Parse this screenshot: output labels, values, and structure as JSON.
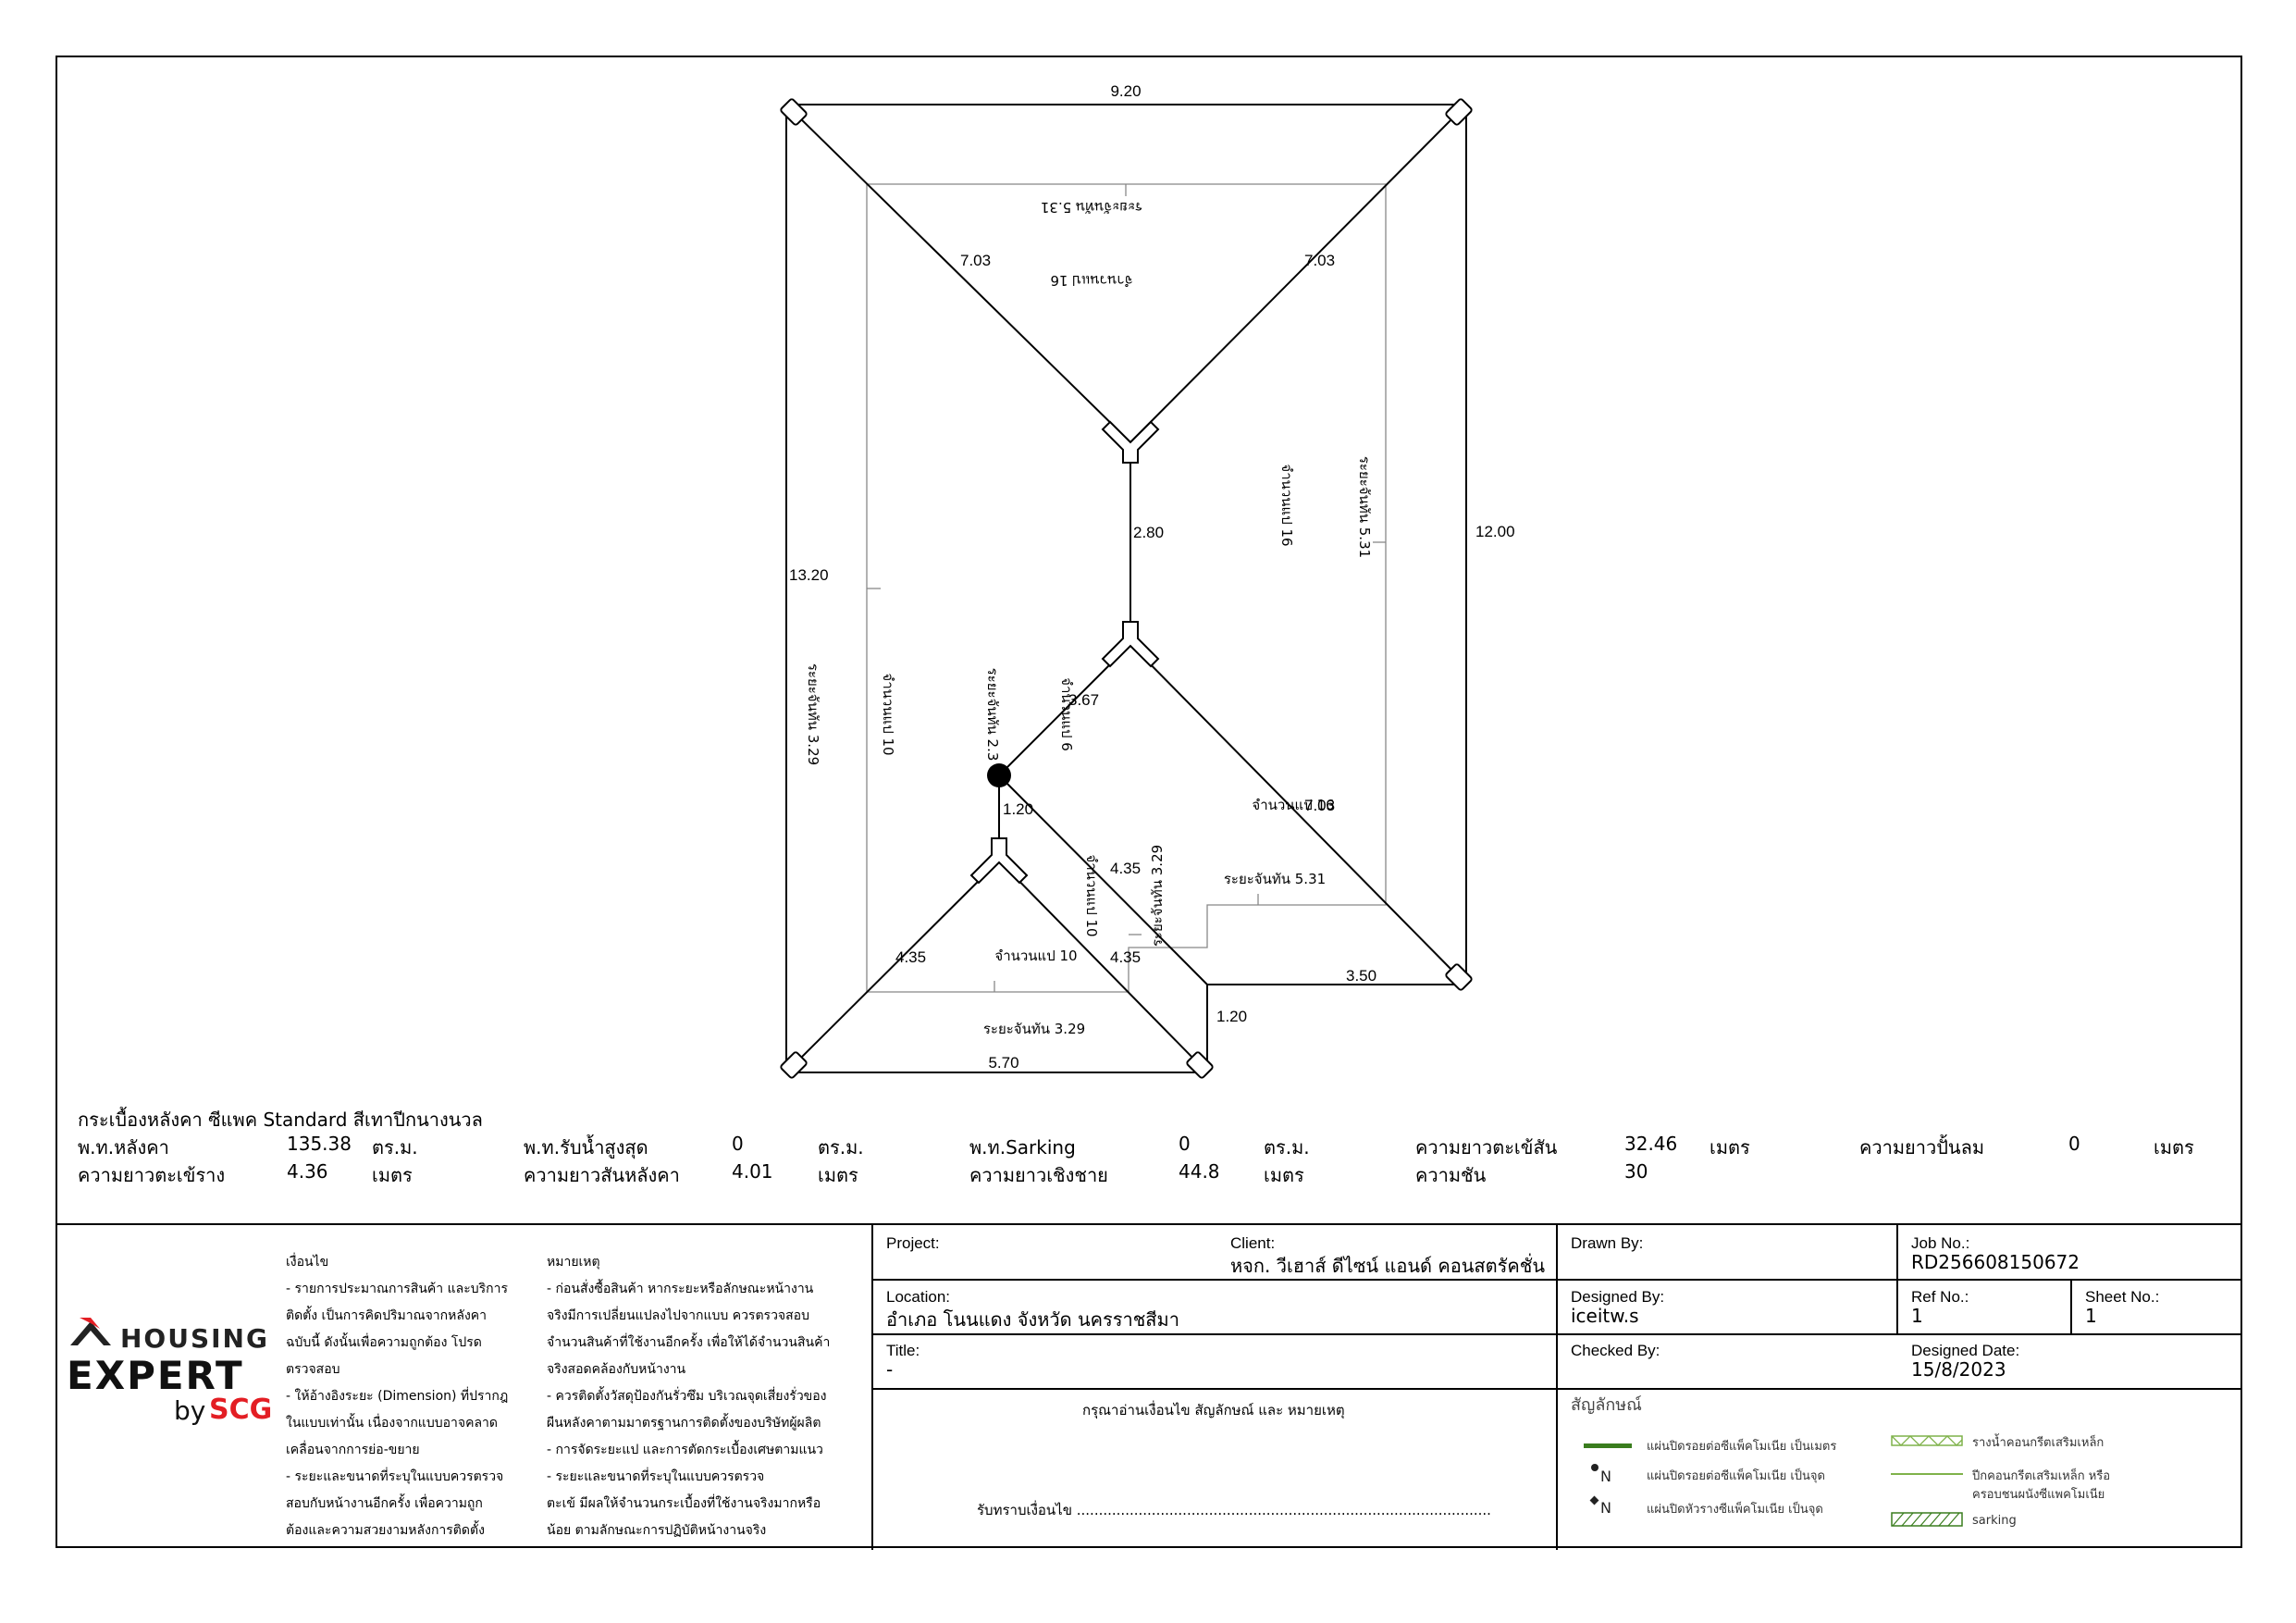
{
  "dimensions": {
    "top": "9.20",
    "right": "12.00",
    "left": "13.20",
    "bottom": "5.70",
    "step_right": "3.50",
    "step_down": "1.20",
    "hip_top_left": "7.03",
    "hip_top_right": "7.03",
    "ridge_upper": "2.80",
    "hip_mid": "3.67",
    "hip_lower_right": "7.03",
    "valley_small": "1.20",
    "valley_mid": "4.35",
    "valley_inner": "4.35",
    "hip_bottom_left": "4.35"
  },
  "rafter_labels": {
    "top_spacing": "ระยะจันทัน 5.31",
    "top_count": "จำนวนแป 16",
    "right_count": "จำนวนแป 16",
    "right_spacing": "ระยะจันทัน 5.31",
    "left_spacing": "ระยะจันทัน 3.29",
    "left_count": "จำนวนแป 10",
    "center_spacing": "ระยะจันทัน 2.3",
    "center_count": "จำนวนแป 6",
    "lower_right_count": "จำนวนแป 16",
    "lower_right_spacing": "ระยะจันทัน 5.31",
    "lower_mid_count": "จำนวนแป 10",
    "lower_mid_spacing": "ระยะจันทัน 3.29",
    "bottom_count": "จำนวนแป 10",
    "bottom_spacing": "ระยะจันทัน 3.29"
  },
  "summary": {
    "product": "กระเบื้องหลังคา ซีแพค Standard สีเทาปีกนางนวล",
    "row1": [
      {
        "label": "พ.ท.หลังคา",
        "value": "135.38",
        "unit": "ตร.ม."
      },
      {
        "label": "พ.ท.รับน้ำสูงสุด",
        "value": "0",
        "unit": "ตร.ม."
      },
      {
        "label": "พ.ท.Sarking",
        "value": "0",
        "unit": "ตร.ม."
      },
      {
        "label": "ความยาวตะเข้สัน",
        "value": "32.46",
        "unit": "เมตร"
      },
      {
        "label": "ความยาวปั้นลม",
        "value": "0",
        "unit": "เมตร"
      }
    ],
    "row2": [
      {
        "label": "ความยาวตะเข้ราง",
        "value": "4.36",
        "unit": "เมตร"
      },
      {
        "label": "ความยาวสันหลังคา",
        "value": "4.01",
        "unit": "เมตร"
      },
      {
        "label": "ความยาวเชิงชาย",
        "value": "44.8",
        "unit": "เมตร"
      },
      {
        "label": "ความชัน",
        "value": "30",
        "unit": ""
      }
    ]
  },
  "logo": {
    "line1": "HOUSING",
    "line2": "EXPERT",
    "by": "by",
    "brand": "SCG"
  },
  "conditions": {
    "title": "เงื่อนไข",
    "text": "- รายการประมาณการสินค้า และบริการ\nติดตั้ง เป็นการคิดปริมาณจากหลังคา\nฉบับนี้ ดังนั้นเพื่อความถูกต้อง โปรด\nตรวจสอบ\n- ให้อ้างอิงระยะ (Dimension) ที่ปรากฎ\nในแบบเท่านั้น เนื่องจากแบบอาจคลาด\nเคลื่อนจากการย่อ-ขยาย\n- ระยะและขนาดที่ระบุในแบบควรตรวจ\nสอบกับหน้างานอีกครั้ง เพื่อความถูก\nต้องและความสวยงามหลังการติดตั้ง"
  },
  "remarks": {
    "title": "หมายเหตุ",
    "text": "- ก่อนสั่งซื้อสินค้า หากระยะหรือลักษณะหน้างาน\nจริงมีการเปลี่ยนแปลงไปจากแบบ ควรตรวจสอบ\nจำนวนสินค้าที่ใช้งานอีกครั้ง เพื่อให้ได้จำนวนสินค้า\nจริงสอดคล้องกับหน้างาน\n- ควรติดตั้งวัสดุป้องกันรั่วซึม บริเวณจุดเสี่ยงรั่วของ\nผืนหลังคาตามมาตรฐานการติดตั้งของบริษัทผู้ผลิต\n- การจัดระยะแป และการตัดกระเบื้องเศษตามแนว\n- ระยะและขนาดที่ระบุในแบบควรตรวจ\nตะเข้ มีผลให้จำนวนกระเบื้องที่ใช้งานจริงมากหรือ\nน้อย ตามลักษณะการปฏิบัติหน้างานจริง"
  },
  "title_block": {
    "project_label": "Project:",
    "project_value": "",
    "client_label": "Client:",
    "client_value": "หจก. วีเฮาส์ ดีไซน์ แอนด์ คอนสตรัคชั่น",
    "location_label": "Location:",
    "location_value": "อำเภอ โนนแดง จังหวัด นครราชสีมา",
    "title_label": "Title:",
    "title_value": "-",
    "drawn_label": "Drawn By:",
    "designed_by_label": "Designed By:",
    "designed_by_value": "iceitw.s",
    "checked_label": "Checked By:",
    "job_label": "Job No.:",
    "job_value": "RD256608150672",
    "ref_label": "Ref No.:",
    "ref_value": "1",
    "sheet_label": "Sheet No.:",
    "sheet_value": "1",
    "date_label": "Designed Date:",
    "date_value": "15/8/2023",
    "read_notice": "กรุณาอ่านเงื่อนไข สัญลักษณ์ และ หมายเหตุ",
    "ack": "รับทราบเงื่อนไข .............................................................................................."
  },
  "legend": {
    "title": "สัญลักษณ์",
    "items_left": [
      "แผ่นปิดรอยต่อซีแพ็คโมเนีย เป็นเมตร",
      "แผ่นปิดรอยต่อซีแพ็คโมเนีย เป็นจุด",
      "แผ่นปิดหัวรางซีแพ็คโมเนีย เป็นจุด"
    ],
    "n_label": "N",
    "items_right": [
      "รางน้ำคอนกรีตเสริมเหล็ก",
      "ปีกคอนกรีตเสริมเหล็ก หรือ",
      "ครอบชนผนังซีแพคโมเนีย",
      "sarking"
    ],
    "colors": {
      "green": "#3a7d1e",
      "light_green": "#7fb24a"
    }
  }
}
